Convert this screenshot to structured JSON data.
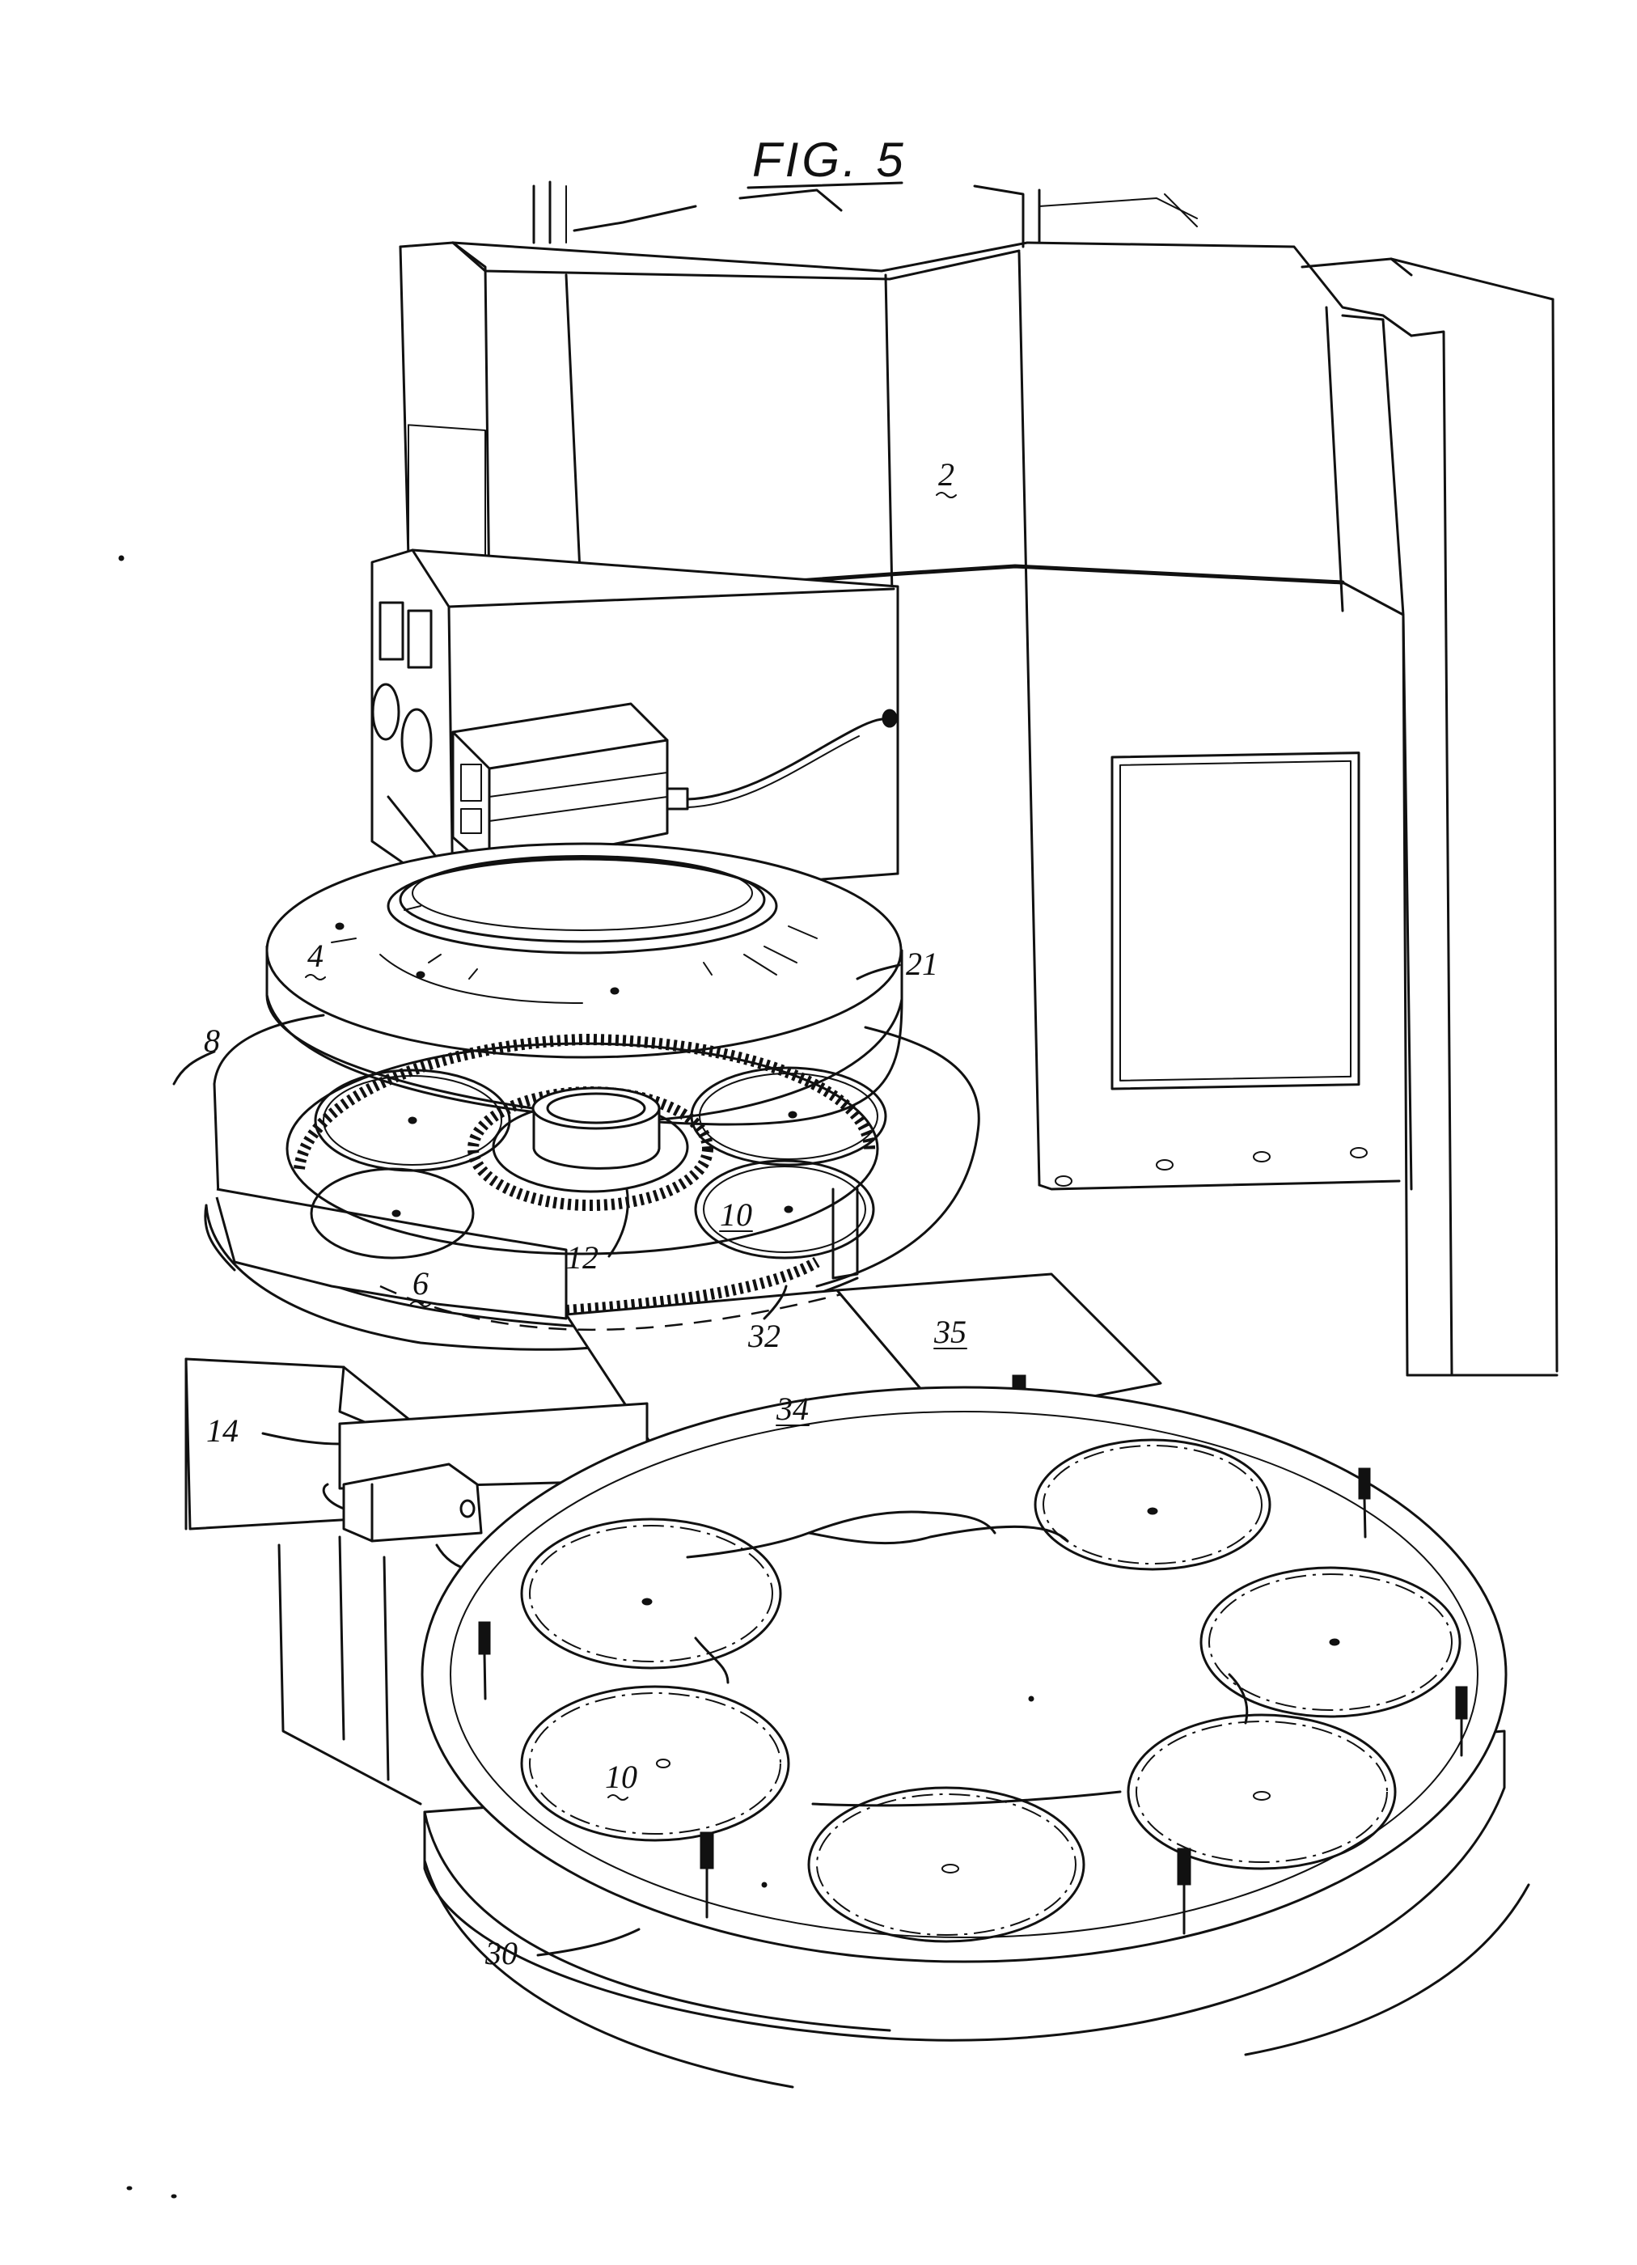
{
  "figure": {
    "title": "FIG. 5"
  },
  "labels": {
    "l2": "2",
    "l4": "4",
    "l6": "6",
    "l8": "8",
    "l10_top": "10",
    "l10_bottom": "10",
    "l12": "12",
    "l14": "14",
    "l21": "21",
    "l30": "30",
    "l32": "32",
    "l34": "34",
    "l35": "35"
  }
}
